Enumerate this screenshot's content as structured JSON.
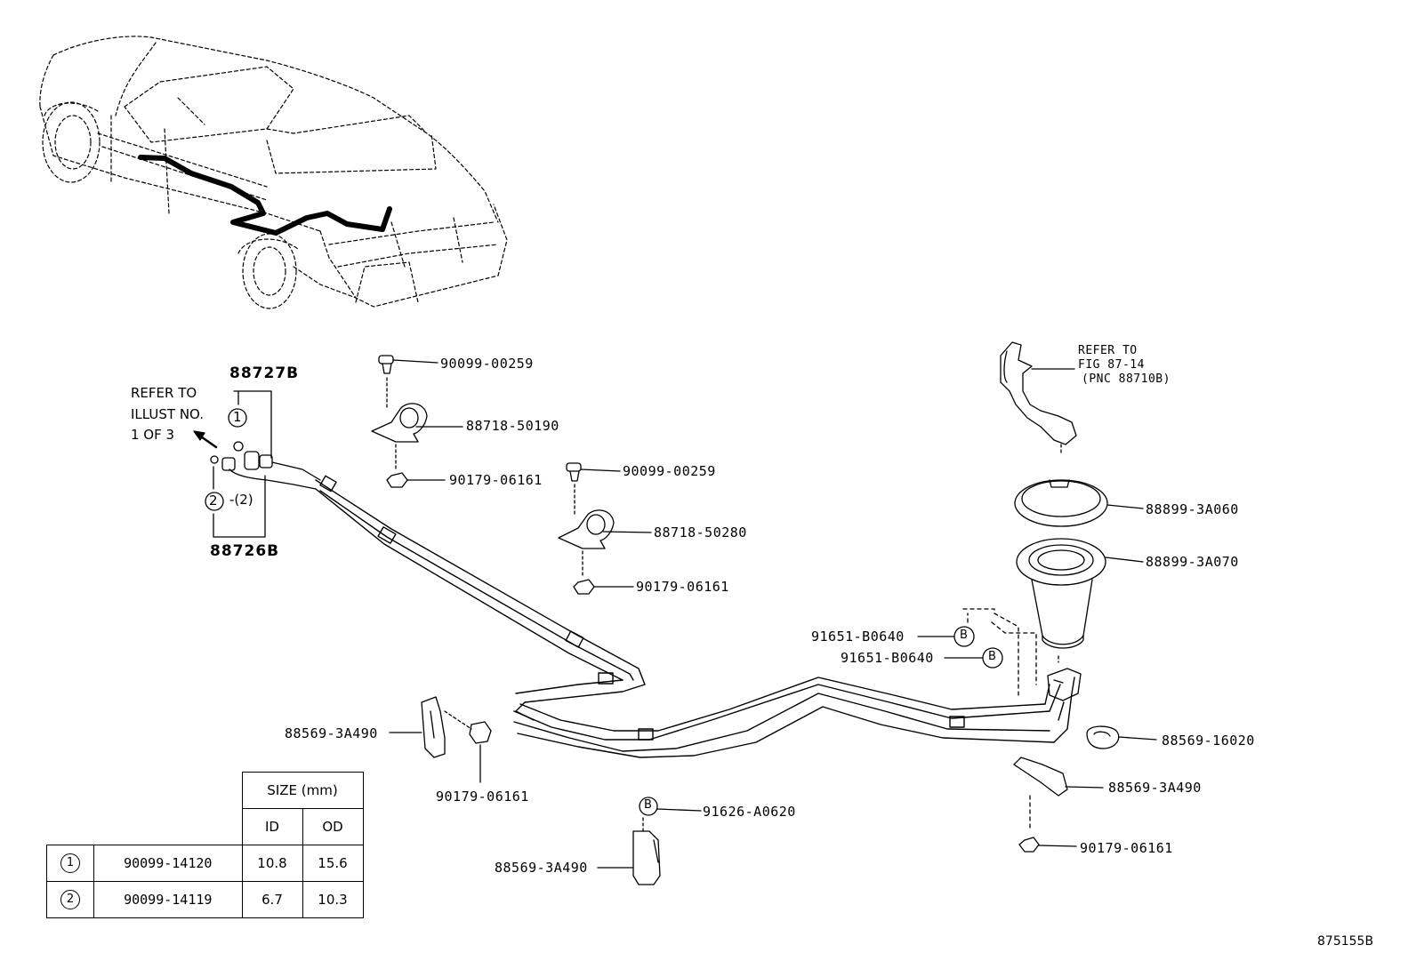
{
  "callouts": {
    "hose_88727B": "88727B",
    "hose_88726B": "88726B",
    "refer_illust": [
      "REFER TO",
      "ILLUST NO.",
      "1 OF 3"
    ],
    "circle_1": "1",
    "circle_2": "2",
    "qty_2": "-(2)",
    "bolt_top": "90099-00259",
    "clamp_top": "88718-50190",
    "nut_top": "90179-06161",
    "bolt_mid": "90099-00259",
    "clamp_mid": "88718-50280",
    "nut_mid": "90179-06161",
    "refer_fig": [
      "REFER TO",
      "FIG 87-14",
      "(PNC 88710B)"
    ],
    "ring_right": "88899-3A060",
    "seal_right": "88899-3A070",
    "bolt_b1": "91651-B0640",
    "bolt_b2": "91651-B0640",
    "clamp_right": "88569-16020",
    "bracket_right": "88569-3A490",
    "nut_right": "90179-06161",
    "bracket_left": "88569-3A490",
    "nut_left": "90179-06161",
    "bolt_b3": "91626-A0620",
    "bracket_bottom": "88569-3A490",
    "b_marker": "B",
    "figure_code": "875155B"
  },
  "size_table": {
    "size_header": "SIZE (mm)",
    "id_header": "ID",
    "od_header": "OD",
    "rows": [
      {
        "marker": "1",
        "part": "90099-14120",
        "id": "10.8",
        "od": "15.6"
      },
      {
        "marker": "2",
        "part": "90099-14119",
        "id": "6.7",
        "od": "10.3"
      }
    ]
  }
}
